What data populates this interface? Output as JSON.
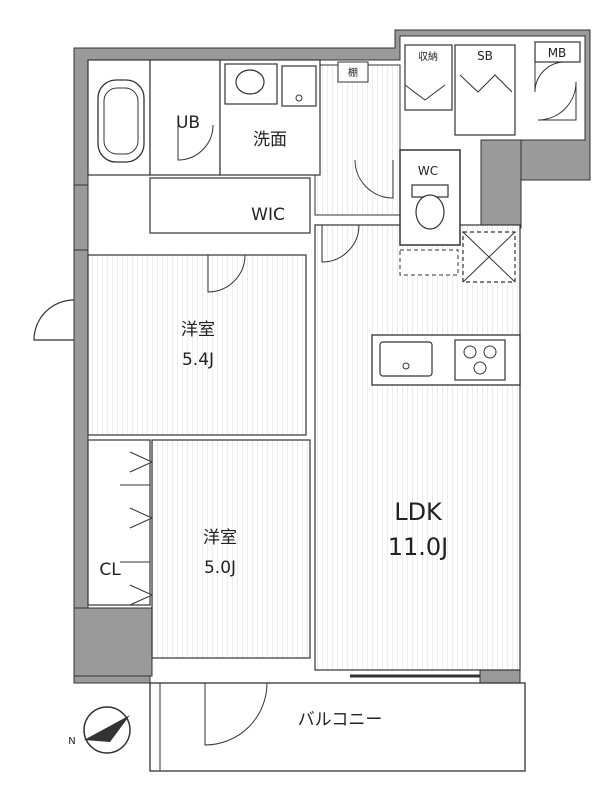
{
  "rooms": {
    "ub": "UB",
    "senmen": "洗面",
    "wic": "WIC",
    "tana": "棚",
    "shuno": "収納",
    "sb": "SB",
    "mb": "MB",
    "wc": "WC",
    "yoshitsu1": {
      "name": "洋室",
      "size": "5.4J"
    },
    "yoshitsu2": {
      "name": "洋室",
      "size": "5.0J"
    },
    "cl": "CL",
    "ldk": {
      "name": "LDK",
      "size": "11.0J"
    },
    "balcony": "バルコニー"
  },
  "compass": {
    "north": "N"
  },
  "colors": {
    "wall": "#9a9a9a",
    "line": "#222222",
    "floor": "#f3f3f3"
  }
}
